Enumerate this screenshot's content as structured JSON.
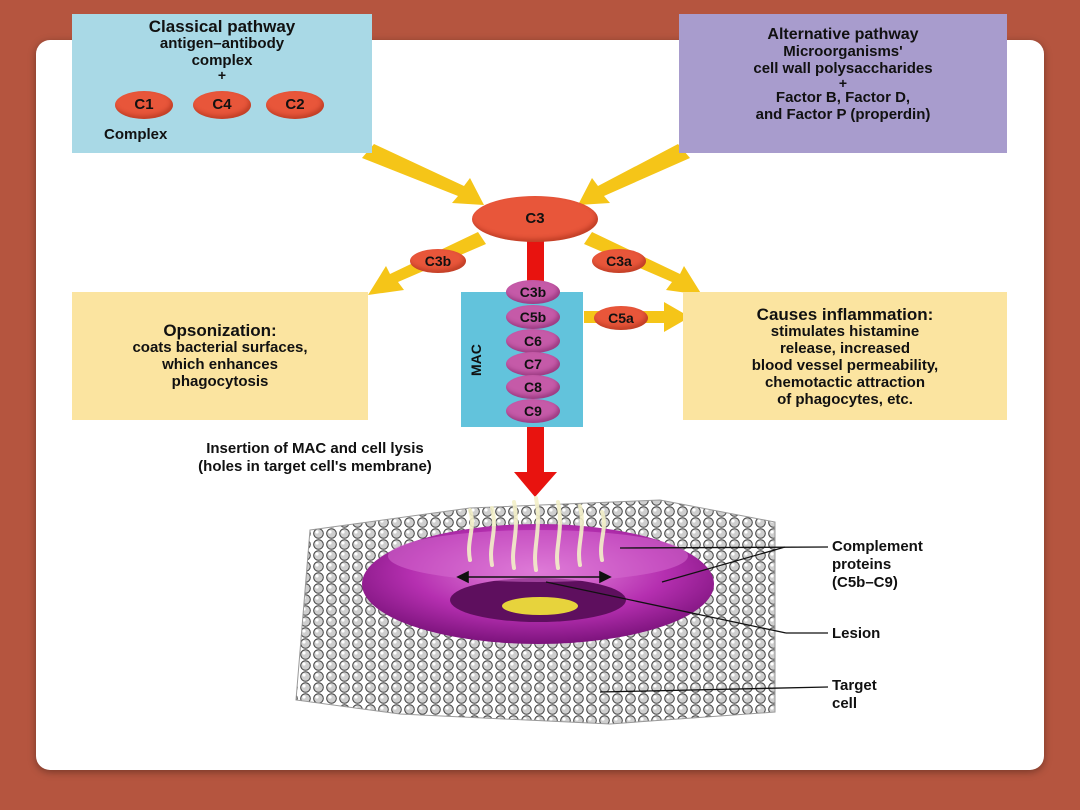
{
  "classical": {
    "title": "Classical pathway",
    "line1": "antigen–antibody",
    "line2": "complex",
    "plus": "+",
    "c1": "C1",
    "c4": "C4",
    "c2": "C2",
    "complex_label": "Complex"
  },
  "alternative": {
    "title": "Alternative pathway",
    "line1": "Microorganisms'",
    "line2": "cell wall polysaccharides",
    "plus": "+",
    "line3": "Factor B, Factor D,",
    "line4": "and Factor P (properdin)"
  },
  "cascade": {
    "c3": "C3",
    "c3b": "C3b",
    "c3a": "C3a",
    "c5a": "C5a",
    "mac": "MAC",
    "beads": [
      "C3b",
      "C5b",
      "C6",
      "C7",
      "C8",
      "C9"
    ]
  },
  "opsonization": {
    "title": "Opsonization:",
    "line1": "coats bacterial surfaces,",
    "line2": "which enhances",
    "line3": "phagocytosis"
  },
  "inflammation": {
    "title": "Causes inflammation:",
    "line1": "stimulates histamine",
    "line2": "release, increased",
    "line3": "blood vessel permeability,",
    "line4": "chemotactic attraction",
    "line5": "of phagocytes, etc."
  },
  "insertion": {
    "line1": "Insertion of MAC and cell lysis",
    "line2": "(holes in target cell's membrane)"
  },
  "membrane_labels": {
    "complement_1": "Complement",
    "complement_2": "proteins",
    "complement_3": "(C5b–C9)",
    "lesion": "Lesion",
    "target_1": "Target",
    "target_2": "cell"
  },
  "colors": {
    "background": "#b5553f",
    "classical_box": "#a9d9e6",
    "alternative_box": "#a89ccd",
    "effect_box": "#fbe4a0",
    "mac_box": "#62c3dc",
    "complement_protein": "#e8563a",
    "mac_protein": "#c55aa8",
    "main_arrow": "#e8130f",
    "side_arrow": "#f5c518"
  }
}
